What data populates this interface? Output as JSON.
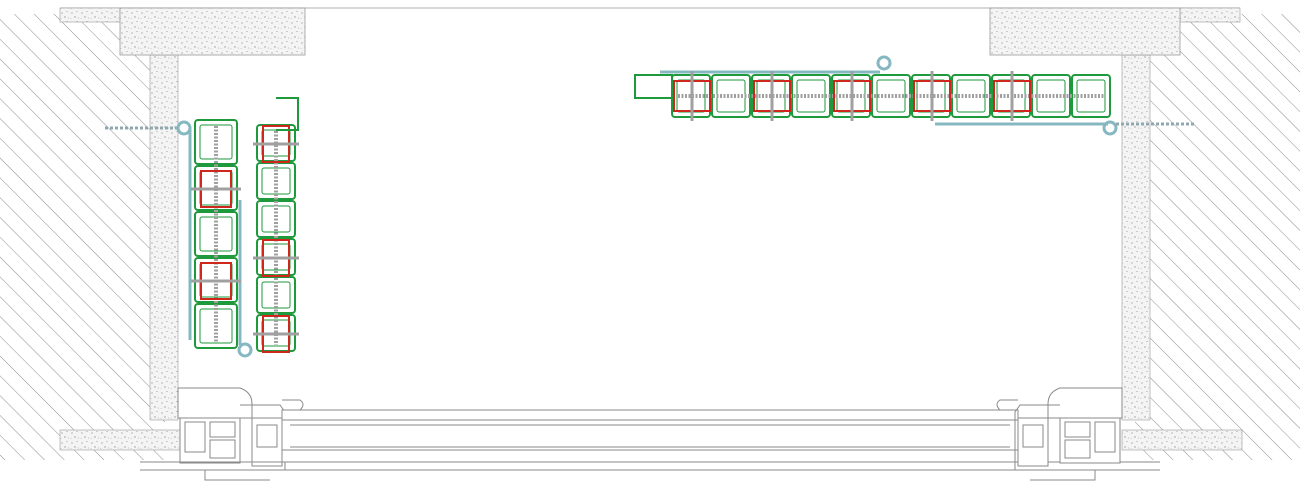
{
  "colors": {
    "background": "#ffffff",
    "wall_hatch": "#6f6f6f",
    "concrete_fill": "#e9e9e9",
    "concrete_speckle": "#8a8a8a",
    "frame_outline": "#8a8a8a",
    "profile_green": "#1e9a3c",
    "reinforcement_red": "#d0271d",
    "screw_grey": "#a0a0a0",
    "hinge_strap_blue": "#86b8c2"
  },
  "icons": {
    "wall_left": "hatched-wall",
    "wall_right": "hatched-wall",
    "lintel": "concrete-block",
    "profile_module": "pvc-profile-chamber",
    "reinforcement": "steel-reinforcement-square",
    "anchor": "wall-anchor-screw",
    "hinge": "hinge-strap-ring"
  },
  "drawing": {
    "stack_left_a_modules": 5,
    "stack_left_a_reinforcements": 2,
    "stack_left_b_modules": 6,
    "stack_left_b_reinforcements": 3,
    "stack_top_modules": 11,
    "stack_top_reinforcements": 5
  }
}
